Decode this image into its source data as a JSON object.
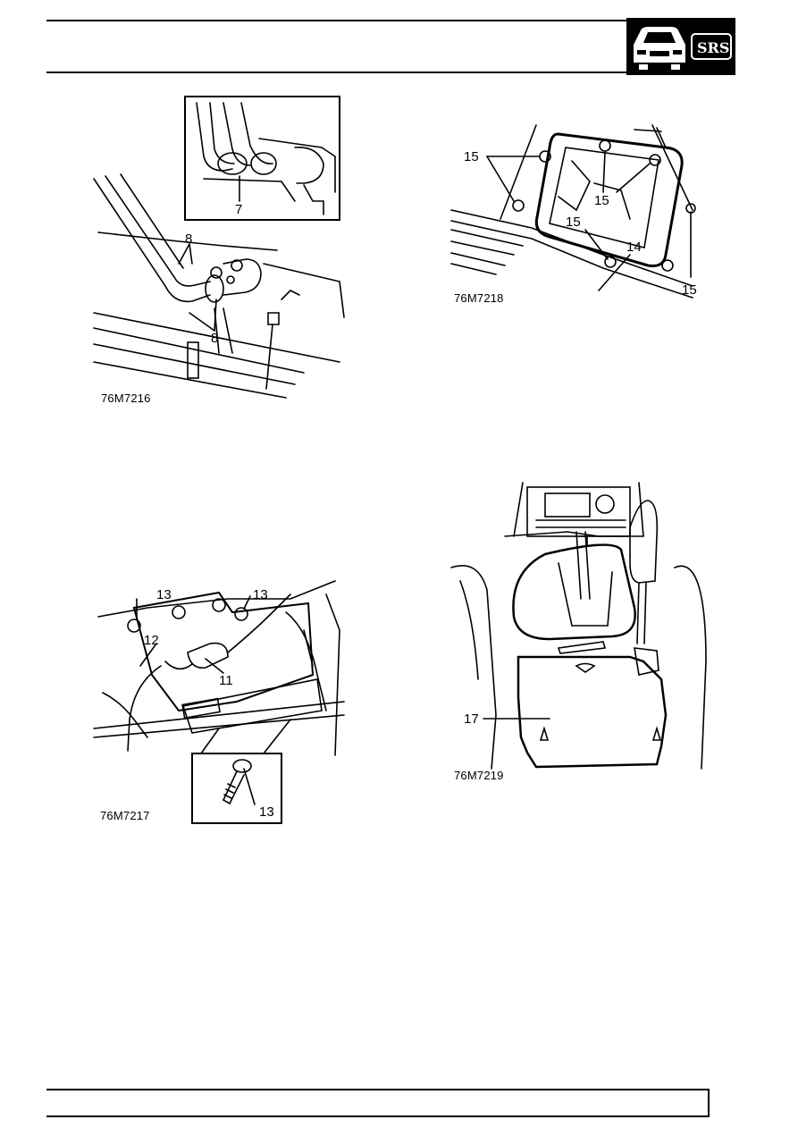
{
  "header": {
    "badge_text": "SRS",
    "badge_icon": "car-front-icon"
  },
  "figures": [
    {
      "id": "76M7216",
      "callouts": [
        "8",
        "7",
        "8"
      ]
    },
    {
      "id": "76M7218",
      "callouts": [
        "15",
        "15",
        "15",
        "14",
        "15"
      ]
    },
    {
      "id": "76M7217",
      "callouts": [
        "13",
        "13",
        "12",
        "11",
        "13"
      ]
    },
    {
      "id": "76M7219",
      "callouts": [
        "17"
      ]
    }
  ]
}
